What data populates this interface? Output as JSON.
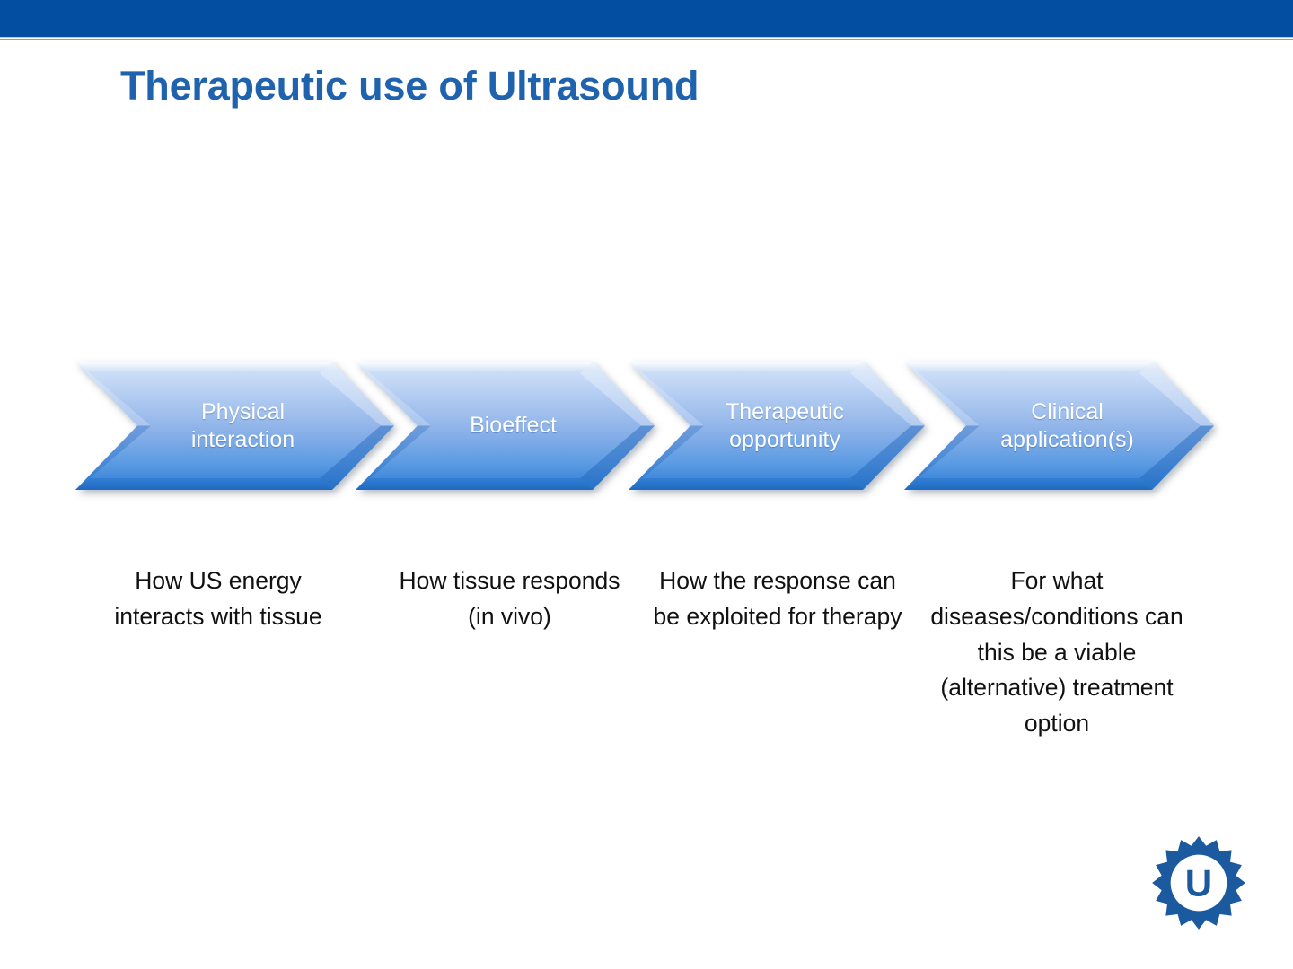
{
  "slide": {
    "title": "Therapeutic use of Ultrasound",
    "banner_color": "#034EA1",
    "title_color": "#1F63AE",
    "background_color": "#FFFFFF"
  },
  "process": {
    "steps": [
      {
        "id": "physical-interaction",
        "label": "Physical\ninteraction",
        "label_line1": "Physical",
        "label_line2": "interaction",
        "caption": "How US energy interacts with tissue"
      },
      {
        "id": "bioeffect",
        "label": "Bioeffect",
        "label_line1": "Bioeffect",
        "label_line2": "",
        "caption": "How tissue responds (in vivo)"
      },
      {
        "id": "therapeutic-opportunity",
        "label": "Therapeutic\nopportunity",
        "label_line1": "Therapeutic",
        "label_line2": "opportunity",
        "caption": "How the response can be exploited for therapy"
      },
      {
        "id": "clinical-applications",
        "label": "Clinical\napplication(s)",
        "label_line1": "Clinical",
        "label_line2": "application(s)",
        "caption": "For what diseases/conditions can this be a viable (alternative) treatment option"
      }
    ],
    "arrow_fill_top": "#DCE9FA",
    "arrow_fill_mid": "#8FB4E8",
    "arrow_fill_bottom": "#3E86DC",
    "arrow_text_color": "#FFFFFF"
  },
  "logo": {
    "name": "uva-starburst-logo",
    "letter": "U",
    "color": "#1B5A9E"
  }
}
